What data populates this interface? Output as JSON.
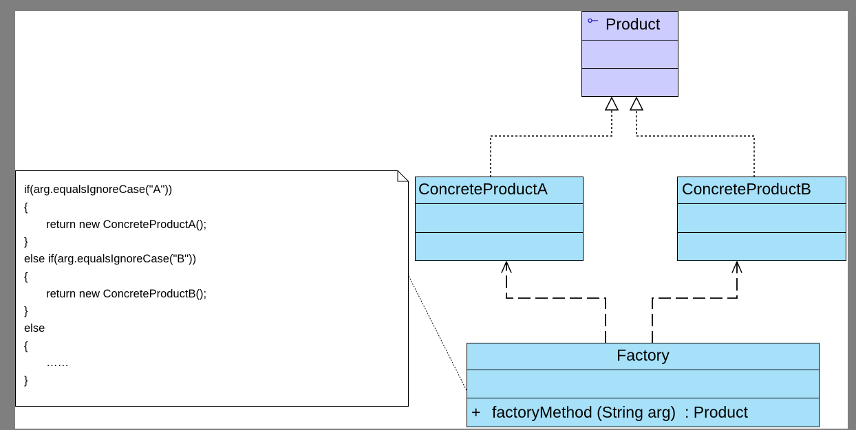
{
  "diagram": {
    "product": {
      "name": "Product",
      "icon": "interface-icon"
    },
    "concrete_product_a": {
      "name": "ConcreteProductA"
    },
    "concrete_product_b": {
      "name": "ConcreteProductB"
    },
    "factory": {
      "name": "Factory",
      "method": {
        "visibility": "+",
        "signature": "factoryMethod (String arg)  : Product"
      }
    },
    "note": {
      "lines": [
        "if(arg.equalsIgnoreCase(\"A\"))",
        "{",
        "       return new ConcreteProductA();",
        "}",
        "else if(arg.equalsIgnoreCase(\"B\"))",
        "{",
        "       return new ConcreteProductB();",
        "}",
        "else",
        "{",
        "       ……",
        "}"
      ]
    },
    "colors": {
      "interface_fill": "#ccccff",
      "class_fill": "#a6e1f9",
      "line": "#000000",
      "frame": "#7f7f7f"
    }
  }
}
